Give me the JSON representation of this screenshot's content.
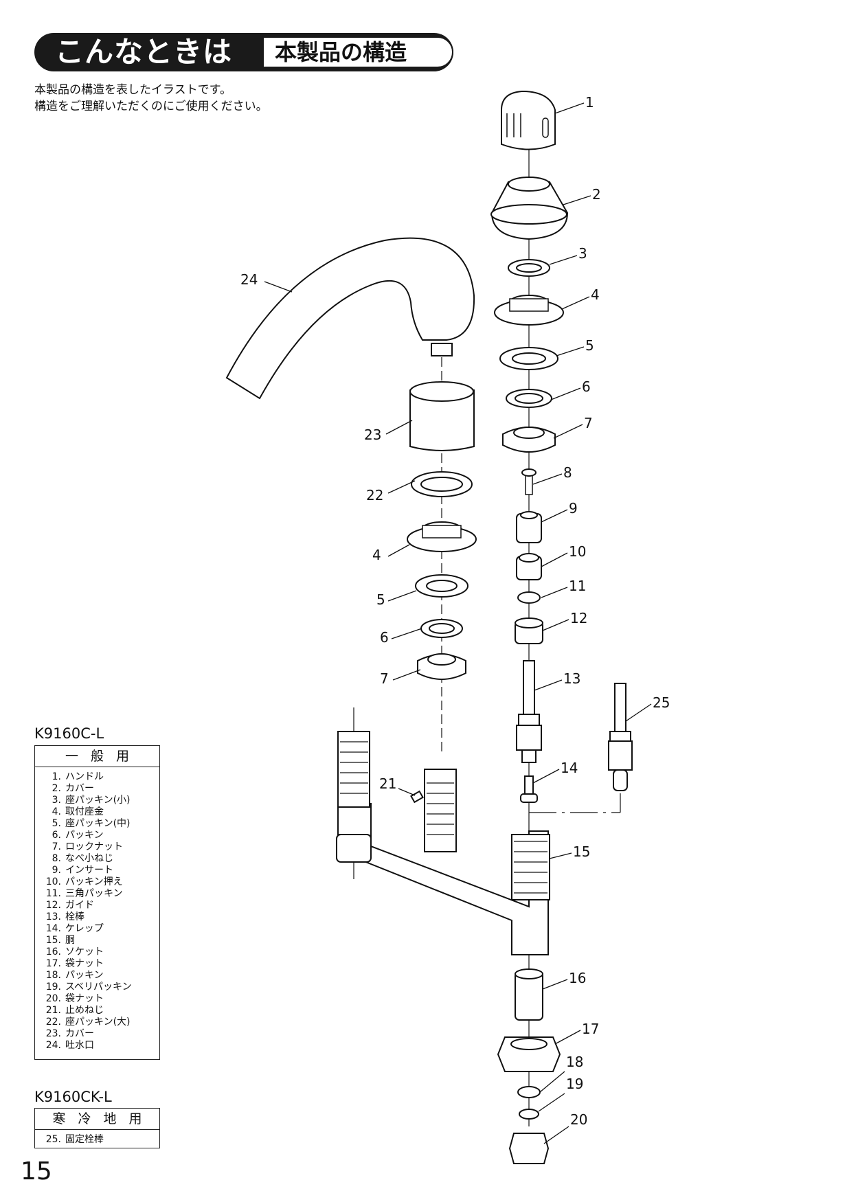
{
  "header": {
    "title": "こんなときは",
    "subtitle": "本製品の構造"
  },
  "intro": {
    "line1": "本製品の構造を表したイラストです。",
    "line2": "構造をご理解いただくのにご使用ください。"
  },
  "tables": [
    {
      "model": "K9160C-L",
      "heading": "一般用",
      "parts": [
        {
          "num": "1.",
          "name": "ハンドル"
        },
        {
          "num": "2.",
          "name": "カバー"
        },
        {
          "num": "3.",
          "name": "座パッキン(小)"
        },
        {
          "num": "4.",
          "name": "取付座金"
        },
        {
          "num": "5.",
          "name": "座パッキン(中)"
        },
        {
          "num": "6.",
          "name": "パッキン"
        },
        {
          "num": "7.",
          "name": "ロックナット"
        },
        {
          "num": "8.",
          "name": "なべ小ねじ"
        },
        {
          "num": "9.",
          "name": "インサート"
        },
        {
          "num": "10.",
          "name": "パッキン押え"
        },
        {
          "num": "11.",
          "name": "三角パッキン"
        },
        {
          "num": "12.",
          "name": "ガイド"
        },
        {
          "num": "13.",
          "name": "栓棒"
        },
        {
          "num": "14.",
          "name": "ケレップ"
        },
        {
          "num": "15.",
          "name": "胴"
        },
        {
          "num": "16.",
          "name": "ソケット"
        },
        {
          "num": "17.",
          "name": "袋ナット"
        },
        {
          "num": "18.",
          "name": "パッキン"
        },
        {
          "num": "19.",
          "name": "スベリパッキン"
        },
        {
          "num": "20.",
          "name": "袋ナット"
        },
        {
          "num": "21.",
          "name": "止めねじ"
        },
        {
          "num": "22.",
          "name": "座パッキン(大)"
        },
        {
          "num": "23.",
          "name": "カバー"
        },
        {
          "num": "24.",
          "name": "吐水口"
        }
      ]
    },
    {
      "model": "K9160CK-L",
      "heading": "寒冷地用",
      "parts": [
        {
          "num": "25.",
          "name": "固定栓棒"
        }
      ]
    }
  ],
  "callouts": [
    "1",
    "2",
    "3",
    "4",
    "5",
    "6",
    "7",
    "8",
    "9",
    "10",
    "11",
    "12",
    "13",
    "14",
    "15",
    "16",
    "17",
    "18",
    "19",
    "20",
    "21",
    "22",
    "23",
    "24",
    "25",
    "4",
    "5",
    "6",
    "7"
  ],
  "page_number": "15"
}
